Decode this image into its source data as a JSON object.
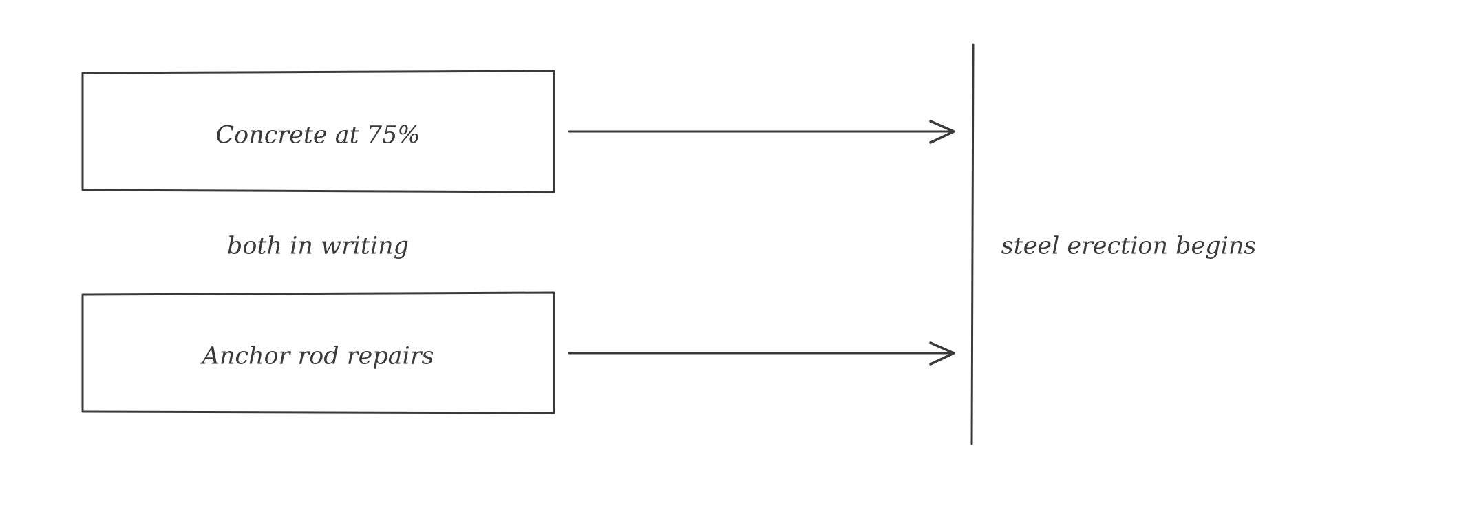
{
  "diagram": {
    "box_top_label": "Concrete at 75%",
    "box_bottom_label": "Anchor rod repairs",
    "between_label": "both in writing",
    "gate_label": "steel erection begins",
    "stroke_color": "#3a3a3a"
  }
}
